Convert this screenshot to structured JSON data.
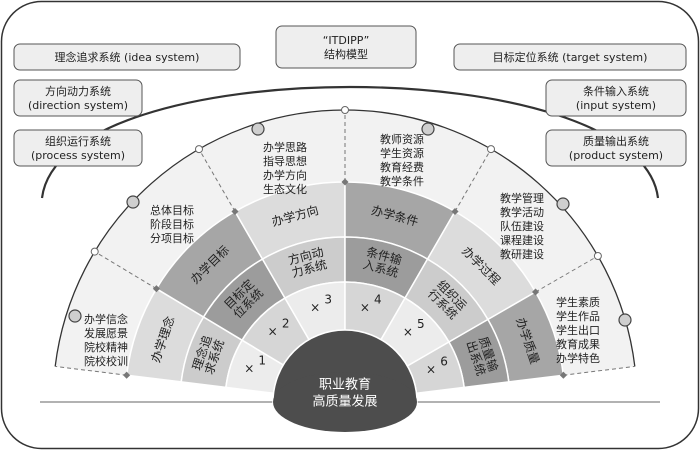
{
  "model_title": [
    "“ITDIPP”",
    "结构模型"
  ],
  "systems": {
    "idea": [
      "理念追求系统 (idea system)"
    ],
    "direction": [
      "方向动力系统",
      "(direction system)"
    ],
    "process": [
      "组织运行系统",
      "(process system)"
    ],
    "target": [
      "目标定位系统 (target system)"
    ],
    "input": [
      "条件输入系统",
      "(input system)"
    ],
    "product": [
      "质量输出系统",
      "(product system)"
    ]
  },
  "outer_lists": [
    [
      "办学信念",
      "发展愿景",
      "院校精神",
      "院校校训"
    ],
    [
      "总体目标",
      "阶段目标",
      "分项目标"
    ],
    [
      "办学思路",
      "指导思想",
      "办学方向",
      "生态文化"
    ],
    [
      "教师资源",
      "学生资源",
      "教育经费",
      "教学条件"
    ],
    [
      "教学管理",
      "教学活动",
      "队伍建设",
      "课程建设",
      "教研建设"
    ],
    [
      "学生素质",
      "学生作品",
      "学生出口",
      "教育成果",
      "办学特色"
    ]
  ],
  "middle_ring": [
    "办学理念",
    "办学目标",
    "办学方向",
    "办学条件",
    "办学过程",
    "办学质量"
  ],
  "inner_ring": [
    "理念追求系统",
    "目标定位系统",
    "方向动力系统",
    "条件输入系统",
    "组织运行系统",
    "质量输出系统"
  ],
  "multipliers": [
    {
      "symbol": "×",
      "number": "1"
    },
    {
      "symbol": "×",
      "number": "2"
    },
    {
      "symbol": "×",
      "number": "3"
    },
    {
      "symbol": "×",
      "number": "4"
    },
    {
      "symbol": "×",
      "number": "5"
    },
    {
      "symbol": "×",
      "number": "6"
    }
  ],
  "core": [
    "职业教育",
    "高质量发展"
  ],
  "colors": {
    "frame": "#333333",
    "box_fill": "#eeeeee",
    "outer_fill": "#f2f2f2",
    "ring_light": "#dcdcdc",
    "ring_dark": "#a6a6a6",
    "inner_light": "#cccccc",
    "inner_dark": "#9c9c9c",
    "innermost_light": "#ececec",
    "innermost_dark": "#d6d6d6",
    "core_fill": "#4d4d4d"
  }
}
